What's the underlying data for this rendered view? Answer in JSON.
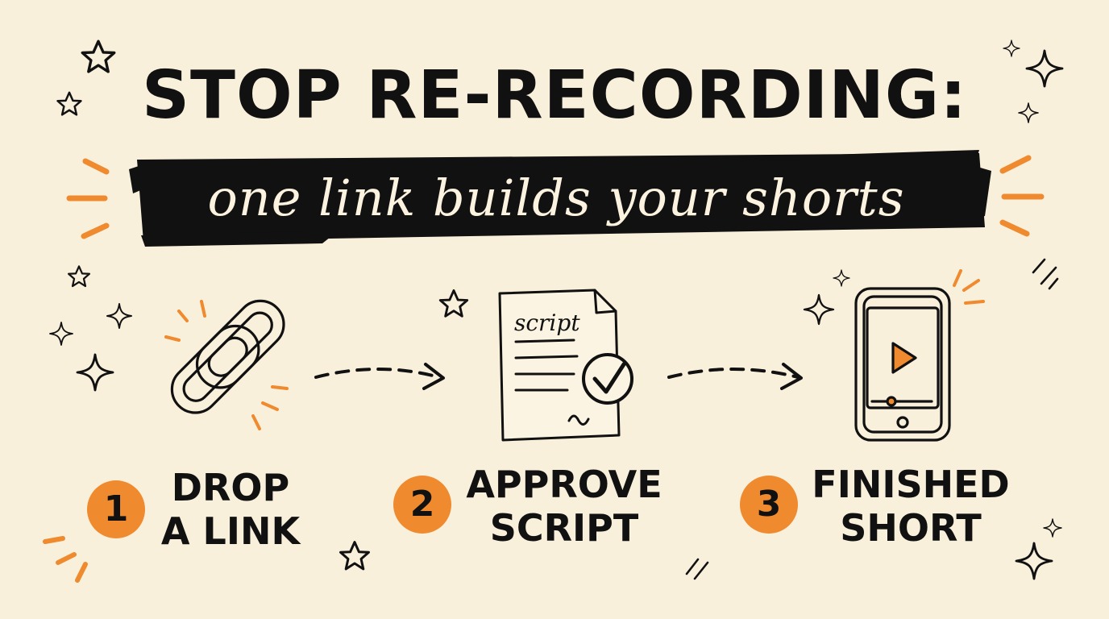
{
  "header": {
    "title": "STOP RE-RECORDING:",
    "subtitle": "one link builds your shorts"
  },
  "steps": [
    {
      "number": "1",
      "label_line1": "DROP",
      "label_line2": "A LINK",
      "icon": "chain-link-icon"
    },
    {
      "number": "2",
      "label_line1": "APPROVE",
      "label_line2": "SCRIPT",
      "icon": "script-document-icon"
    },
    {
      "number": "3",
      "label_line1": "FINISHED",
      "label_line2": "SHORT",
      "icon": "phone-video-icon"
    }
  ],
  "document_icon": {
    "text": "script"
  },
  "colors": {
    "background": "#f9f0dc",
    "ink": "#111111",
    "accent": "#ef8a2e",
    "subtitle_text": "#fbf3df"
  }
}
